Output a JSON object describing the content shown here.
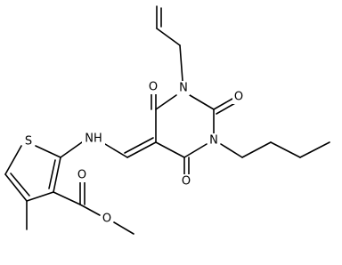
{
  "atoms": {
    "S1": "S",
    "NH": "NH",
    "N1": "N",
    "N3": "N",
    "O4": "O",
    "O2": "O",
    "O6": "O",
    "O_ester_carbonyl": "O",
    "O_ester_ether": "O"
  },
  "colors": {
    "bond": "#000000",
    "label": "#000000",
    "background": "#ffffff"
  }
}
